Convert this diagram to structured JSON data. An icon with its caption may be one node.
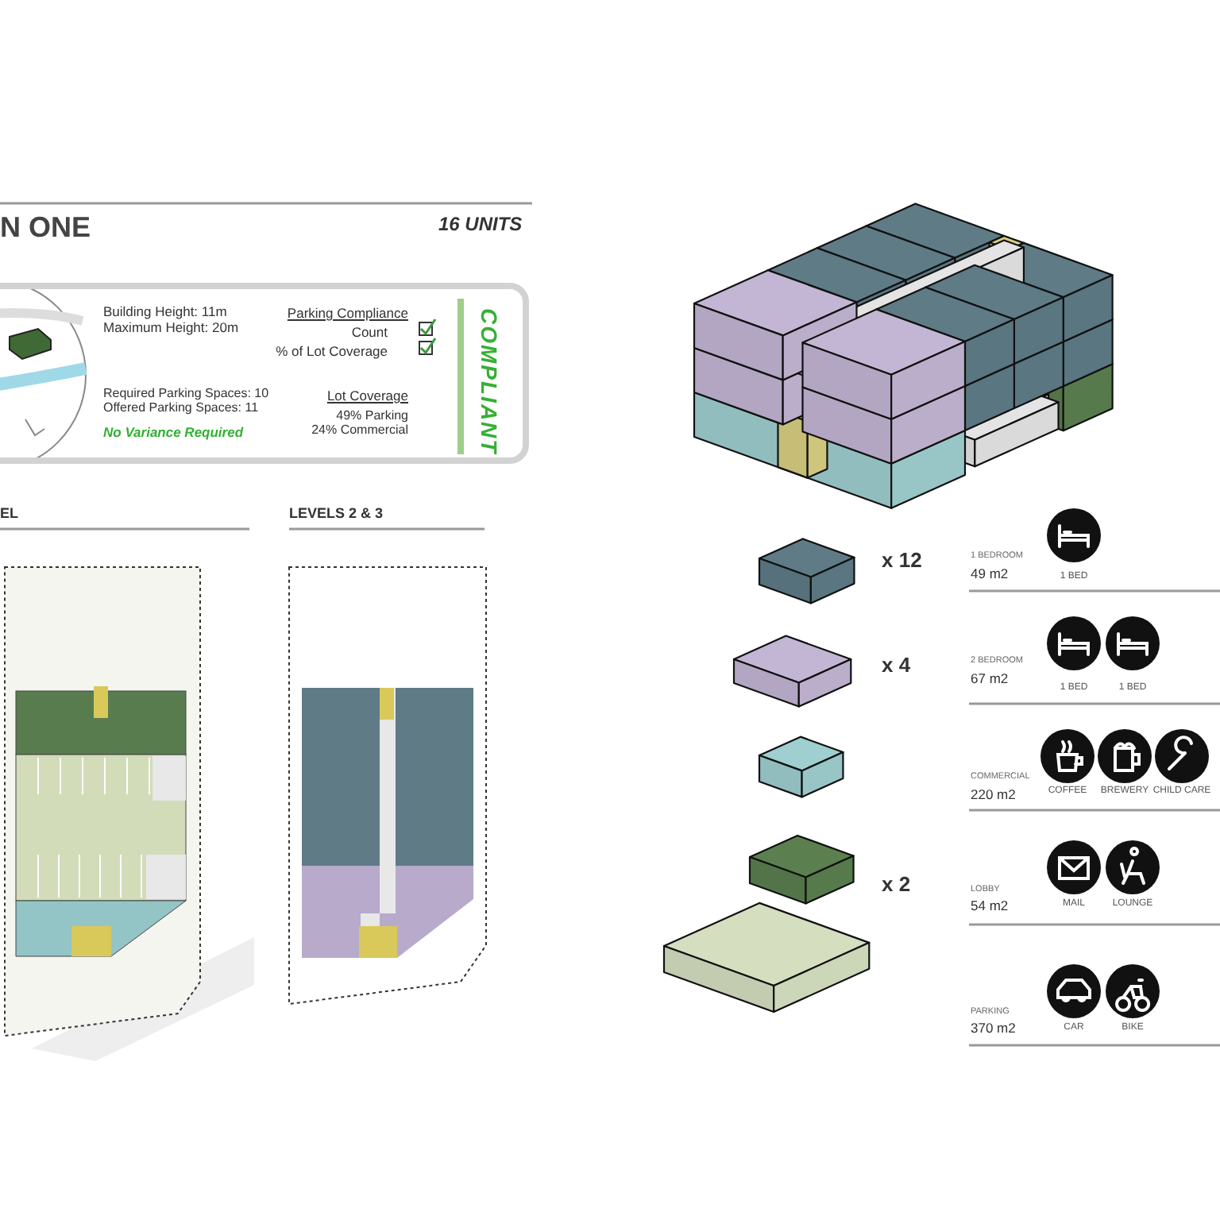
{
  "diagram": {
    "title": "N ONE",
    "nodes": [
      {
        "text": [
          "Building Height: 11m Maximum Height: 20m",
          "Parking Compliance",
          "Count",
          "% of Lot Coverage",
          "Required Parking Spaces: 10 Offered Parking Spaces: 11",
          "No Variance Required",
          "Lot Coverage",
          "49% Parking 24% Commercial",
          "COMPLIANT"
        ]
      }
    ],
    "labels": [
      "16 UNITS",
      "EL",
      "LEVELS 2 & 3",
      "x 12",
      "x 4",
      "x 2",
      "1 BEDROOM",
      "49 m2",
      "1 BED",
      "2 BEDROOM",
      "67 m2",
      "1 BED",
      "1 BED",
      "COMMERCIAL",
      "220 m2",
      "COFFEE",
      "BREWERY",
      "CHILD CARE",
      "LOBBY",
      "54 m2",
      "MAIL",
      "LOUNGE",
      "PARKING",
      "370 m2",
      "CAR",
      "BIKE"
    ]
  }
}
